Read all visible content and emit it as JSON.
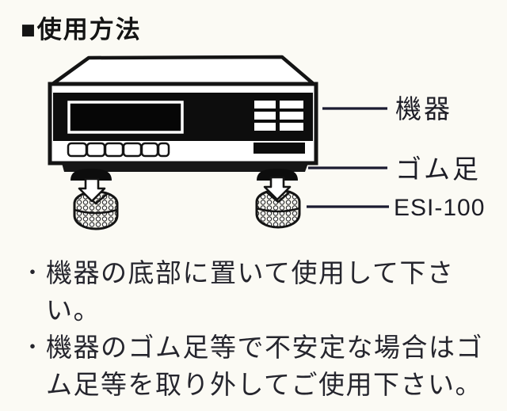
{
  "page": {
    "title": "■使用方法",
    "colors": {
      "paper": "#fbfaf4",
      "ink": "#141414",
      "text": "#25252d",
      "leader": "#1b1b30"
    }
  },
  "diagram": {
    "labels": [
      {
        "text": "機器"
      },
      {
        "text": "ゴム足"
      },
      {
        "text": "ESI-100"
      }
    ]
  },
  "notes": [
    {
      "bullet": "・",
      "lines": [
        "機器の底部に置いて使用して下さ",
        "い。"
      ]
    },
    {
      "bullet": "・",
      "lines": [
        "機器のゴム足等で不安定な場合はゴ",
        "ム足等を取り外してご使用下さい。"
      ]
    }
  ]
}
